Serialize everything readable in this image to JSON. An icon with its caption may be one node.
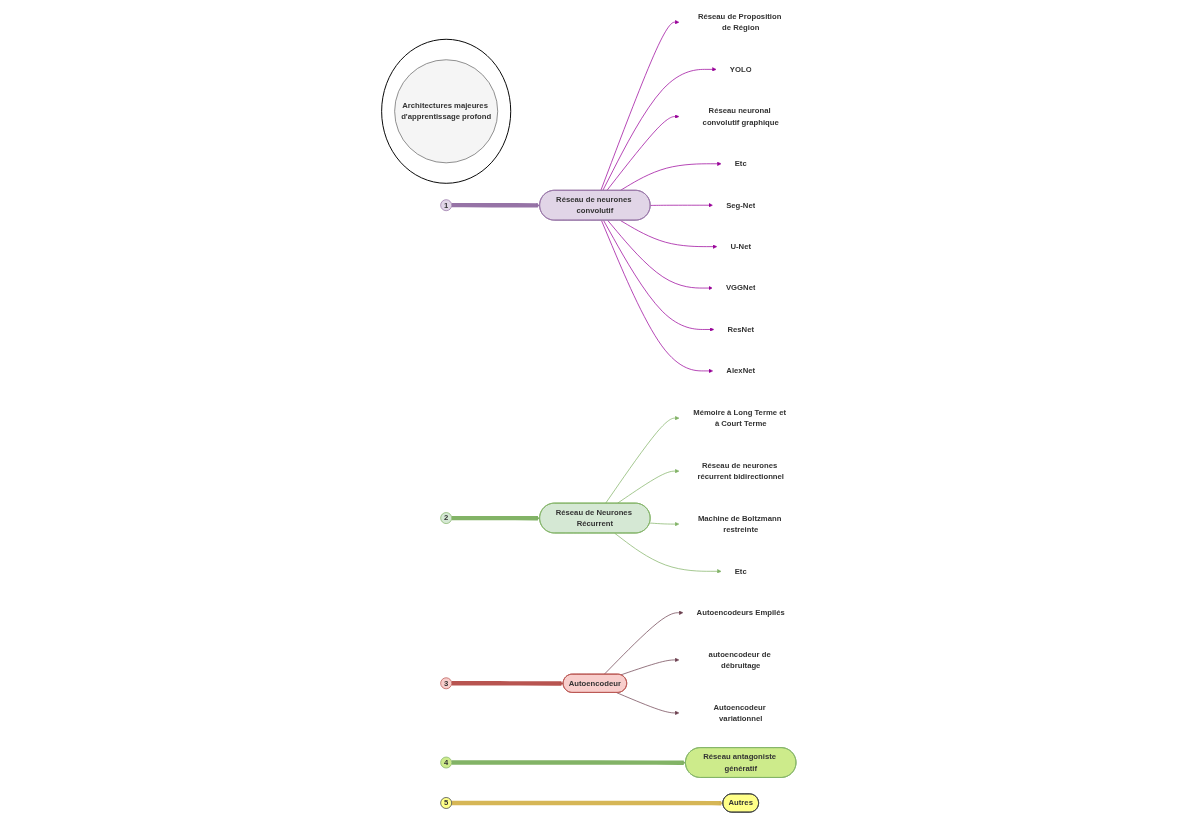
{
  "diagram": {
    "nodes": [
      {
        "text": [],
        "shape": "circle"
      },
      {
        "text": [
          "Architectures majeures d'apprentissage profond"
        ],
        "in": 0
      },
      {
        "text": [
          "1"
        ]
      },
      {
        "text": [
          "Réseau de neurones convolutif"
        ]
      },
      {
        "text": [
          "Réseau de Proposition de Région"
        ]
      },
      {
        "text": [
          "YOLO"
        ]
      },
      {
        "text": [
          "Réseau neuronal convolutif graphique"
        ]
      },
      {
        "text": [
          "Etc"
        ]
      },
      {
        "text": [
          "Seg-Net"
        ]
      },
      {
        "text": [
          "U-Net"
        ]
      },
      {
        "text": [
          "VGGNet"
        ]
      },
      {
        "text": [
          "ResNet"
        ]
      },
      {
        "text": [
          "AlexNet"
        ]
      },
      {
        "text": [
          "2"
        ]
      },
      {
        "text": [
          "Réseau de Neurones Récurrent"
        ]
      },
      {
        "text": [
          "Mémoire à Long Terme et à Court Terme"
        ]
      },
      {
        "text": [
          "Réseau de neurones récurrent bidirectionnel"
        ]
      },
      {
        "text": [
          "Machine de Boltzmann restreinte"
        ]
      },
      {
        "text": [
          "Etc"
        ]
      },
      {
        "text": [
          "3"
        ]
      },
      {
        "text": [
          "Autoencodeur"
        ]
      },
      {
        "text": [
          "Autoencodeurs Empilés"
        ]
      },
      {
        "text": [
          "autoencodeur de débruitage"
        ]
      },
      {
        "text": [
          "Autoencodeur variationnel"
        ]
      },
      {
        "text": [
          "4"
        ]
      },
      {
        "text": [
          "Réseau antagoniste génératif"
        ]
      },
      {
        "text": [
          "5"
        ]
      },
      {
        "text": [
          "Autres"
        ]
      }
    ],
    "edges": [
      {
        "from": 2,
        "to": 3,
        "arrow": "to",
        "style": "thick",
        "color": "#9673a6"
      },
      {
        "from": 3,
        "to": 4,
        "arrow": "to",
        "color": "#990099"
      },
      {
        "from": 3,
        "to": 5,
        "arrow": "to",
        "color": "#990099"
      },
      {
        "from": 3,
        "to": 6,
        "arrow": "to",
        "color": "#990099"
      },
      {
        "from": 3,
        "to": 7,
        "arrow": "to",
        "color": "#990099"
      },
      {
        "from": 3,
        "to": 8,
        "arrow": "to",
        "color": "#990099"
      },
      {
        "from": 3,
        "to": 9,
        "arrow": "to",
        "color": "#990099"
      },
      {
        "from": 3,
        "to": 10,
        "arrow": "to",
        "color": "#990099"
      },
      {
        "from": 3,
        "to": 11,
        "arrow": "to",
        "color": "#990099"
      },
      {
        "from": 3,
        "to": 12,
        "arrow": "to",
        "color": "#990099"
      },
      {
        "from": 13,
        "to": 14,
        "arrow": "to",
        "style": "thick",
        "color": "#82b366"
      },
      {
        "from": 14,
        "to": 15,
        "arrow": "to",
        "color": "#82b366"
      },
      {
        "from": 14,
        "to": 16,
        "arrow": "to",
        "color": "#82b366"
      },
      {
        "from": 14,
        "to": 17,
        "arrow": "to",
        "color": "#82b366"
      },
      {
        "from": 14,
        "to": 18,
        "arrow": "to",
        "color": "#82b366"
      },
      {
        "from": 19,
        "to": 20,
        "arrow": "to",
        "style": "thick",
        "color": "#b85450"
      },
      {
        "from": 20,
        "to": 21,
        "arrow": "to",
        "color": "#6d4050"
      },
      {
        "from": 20,
        "to": 22,
        "arrow": "to",
        "color": "#6d4050"
      },
      {
        "from": 20,
        "to": 23,
        "arrow": "to",
        "color": "#6d4050"
      },
      {
        "from": 24,
        "to": 25,
        "arrow": "to",
        "style": "thick",
        "color": "#82b366"
      },
      {
        "from": 26,
        "to": 27,
        "arrow": "to",
        "style": "thick",
        "color": "#d6b656"
      }
    ]
  }
}
